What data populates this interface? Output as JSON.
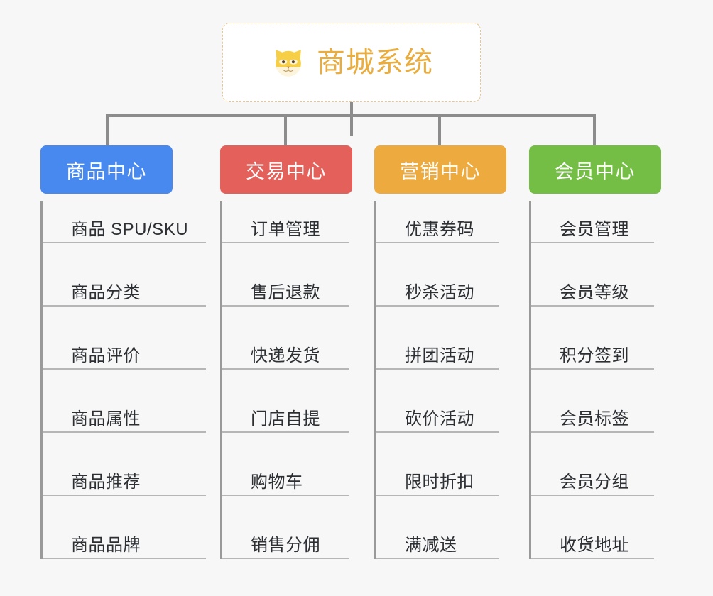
{
  "diagram": {
    "type": "mind-map-tree",
    "background_color": "#f7f7f7",
    "root": {
      "title": "商城系统",
      "icon": "shiba-dog-face-icon",
      "text_color": "#e9ac3e",
      "border_color": "#eec588",
      "background_color": "#ffffff"
    },
    "connector_color": "#8c8c8c",
    "branches": [
      {
        "label": "商品中心",
        "color": "#4889f0",
        "items": [
          "商品 SPU/SKU",
          "商品分类",
          "商品评价",
          "商品属性",
          "商品推荐",
          "商品品牌"
        ]
      },
      {
        "label": "交易中心",
        "color": "#e4605a",
        "items": [
          "订单管理",
          "售后退款",
          "快递发货",
          "门店自提",
          "购物车",
          "销售分佣"
        ]
      },
      {
        "label": "营销中心",
        "color": "#edab3f",
        "items": [
          "优惠券码",
          "秒杀活动",
          "拼团活动",
          "砍价活动",
          "限时折扣",
          "满减送"
        ]
      },
      {
        "label": "会员中心",
        "color": "#74be45",
        "items": [
          "会员管理",
          "会员等级",
          "积分签到",
          "会员标签",
          "会员分组",
          "收货地址"
        ]
      }
    ]
  }
}
